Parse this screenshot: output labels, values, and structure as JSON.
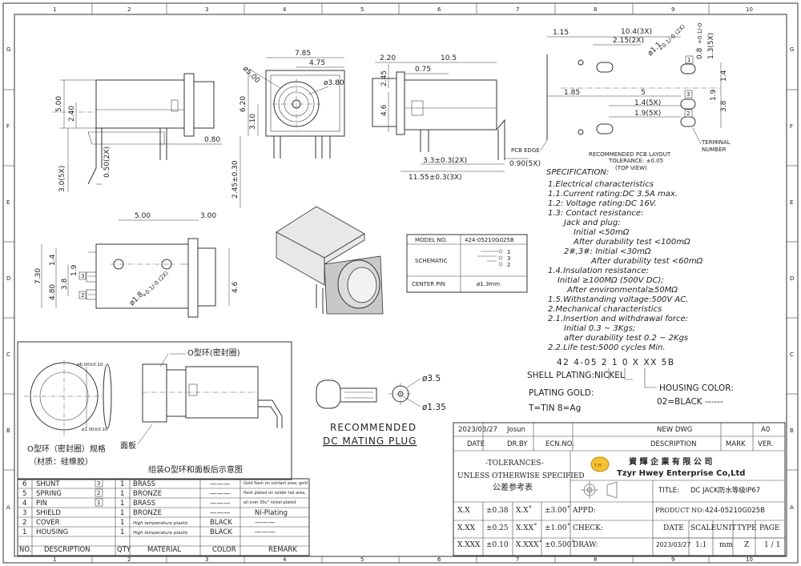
{
  "grid": {
    "columns": [
      "1",
      "2",
      "3",
      "4",
      "5",
      "6",
      "7",
      "8",
      "9",
      "10"
    ],
    "rows": [
      "G",
      "F",
      "E",
      "D",
      "C",
      "B",
      "A"
    ]
  },
  "dims": {
    "side_5_00": "5.00",
    "side_2_40": "2.40",
    "side_0_80": "0.80",
    "side_0_50": "0.50(2X)",
    "side_3_0": "3.0(5X)",
    "front_7_85": "7.85",
    "front_4_75": "4.75",
    "front_d5": "ø5.00",
    "front_d38": "ø3.80",
    "front_6_20": "6.20",
    "front_3_10": "3.10",
    "front_2_45": "2.45±0.30",
    "right_2_20": "2.20",
    "right_10_5": "10.5",
    "right_0_75": "0.75",
    "right_2_45": "2.45",
    "right_4_6": "4.6",
    "right_3_3": "3.3±0.3(2X)",
    "right_11_55": "11.55±0.3(3X)",
    "right_0_90": "0.90(5X)",
    "pcb_1_15": "1.15",
    "pcb_10_4": "10.4(3X)",
    "pcb_2_15": "2.15(2X)",
    "pcb_hole": "ø1.1",
    "pcb_hole_tol": "+0.1/-0 (2X)",
    "pcb_0_8": "0.8",
    "pcb_0_8_tol": "+0.1/-0",
    "pcb_1_3": "1.3(5X)",
    "pcb_1_4": "1.4",
    "pcb_1_9": "1.9",
    "pcb_3_8": "3.8",
    "pcb_1_85": "1.85",
    "pcb_5": "5",
    "pcb_1_4_5x": "1.4(5X)",
    "pcb_1_9_5x": "1.9(5X)",
    "bottom_5_00": "5.00",
    "bottom_3_00": "3.00",
    "bottom_7_30": "7.30",
    "bottom_1_4": "1.4",
    "bottom_1_9": "1.9",
    "bottom_3_8": "3.8",
    "bottom_4_80": "4.80",
    "bottom_4_6": "4.6",
    "bottom_hole": "ø1.8",
    "bottom_hole_tol": "+0.1/-0 (2X)",
    "plug_d35": "ø3.5",
    "plug_d135": "ø1.35",
    "oring_d6": "ø6.00±0.10",
    "oring_d1": "ø1.00±0.10"
  },
  "labels": {
    "pcb_edge": "PCB EDGE",
    "pcb_layout": "RECOMMENDED PCB LAYOUT",
    "tolerance": "TOLERANCE: ±0.05",
    "top_view": "(TOP VIEW)",
    "terminal_number_1": "TERMINAL",
    "terminal_number_2": "NUMBER",
    "recommended": "RECOMMENDED",
    "mating_plug": "DC MATING PLUG",
    "oring_label": "O型环(密封圈)",
    "oring_spec_1": "O型环（密封圈）规格",
    "oring_spec_2": "（材质：硅橡胶）",
    "panel": "面板",
    "assembly_caption": "组装O型环和面板后示意图",
    "pin1": "1",
    "pin2": "2",
    "pin3": "3"
  },
  "model_box": {
    "model_no_label": "MODEL NO.",
    "model_no_value": "424-05210G025B",
    "schematic_label": "SCHEMATIC",
    "center_pin_label": "CENTER PIN",
    "center_pin_value": "ø1.3mm"
  },
  "spec": {
    "heading": "SPECIFICATION:",
    "lines": [
      "1.Electrical characteristics",
      "1.1.Current rating:DC 3.5A max.",
      "1.2: Voltage rating:DC 16V.",
      "1.3: Contact resistance:",
      "Jack and plug:",
      "Initial <50mΩ",
      "After durability test <100mΩ",
      "2#,3#: Initial <30mΩ",
      "After durability test <60mΩ",
      "1.4.Insulation resistance:",
      "Initial ≥100MΩ (500V DC);",
      "After environmental≥50MΩ",
      "1.5.Withstanding voltage:500V AC.",
      "2.Mechanical characteristics",
      "2.1.Insertion and withdrawal force:",
      "Initial 0.3 ~ 3Kgs;",
      "after durability test 0.2 ~ 2Kgs",
      "2.2.Life test:5000 cycles Min."
    ],
    "part_code": "42 4-05 2 1 0 X XX 5B",
    "shell_plating": "SHELL PLATING:NICKEL",
    "plating_gold": "PLATING GOLD:",
    "plating_options": "T=TIN   8=Ag",
    "housing_color": "HOUSING COLOR:",
    "housing_option": "02=BLACK  ------"
  },
  "revision": {
    "date": "2023/03/27",
    "drawn_by": "Josun",
    "description": "NEW DWG",
    "version": "A0",
    "headers": [
      "DATE",
      "DR.BY",
      "ECN.NO.",
      "DESCRIPTION",
      "MARK",
      "VER."
    ]
  },
  "title_block": {
    "tolerances_heading": "-TOLERANCES-",
    "unless": "UNLESS OTHERWISE SPECIFIED",
    "reference": "公差参考表",
    "company_cn": "資 輝 企 業 有 限 公 司",
    "company_en": "Tzyr Hwey Enterprise Co,Ltd",
    "logo_text": "T.H",
    "title_label": "TITLE:",
    "title_value": "DC JACK防水等级IP67",
    "product_no_label": "PRODUCT NO:",
    "product_no_value": "424-05210G025B",
    "appd_label": "APPD:",
    "check_label": "CHECK:",
    "draw_label": "DRAW:",
    "tol_rows": [
      {
        "a": "X.X",
        "b": "±0.38",
        "c": "X.X˚",
        "d": "±3.00˚"
      },
      {
        "a": "X.XX",
        "b": "±0.25",
        "c": "X.XX˚",
        "d": "±1.00˚"
      },
      {
        "a": "X.XXX",
        "b": "±0.10",
        "c": "X.XXX˚",
        "d": "±0.500˚"
      }
    ],
    "info_headers": [
      "DATE",
      "SCALE",
      "UNIT",
      "TYPE",
      "PAGE"
    ],
    "info_values": [
      "2023/03/27",
      "1:1",
      "mm",
      "Z",
      "1 / 1"
    ]
  },
  "bom": {
    "headers": [
      "NO.",
      "DESCRIPTION",
      "QTY",
      "MATERIAL",
      "COLOR",
      "REMARK"
    ],
    "rows": [
      {
        "no": "6",
        "desc": "SHUNT",
        "tag": "3",
        "qty": "1",
        "mat": "BRASS",
        "color": "———",
        "remark": "Gold flash on contact area, gold"
      },
      {
        "no": "5",
        "desc": "SPRING",
        "tag": "2",
        "qty": "1",
        "mat": "BRONZE",
        "color": "———",
        "remark": "flash plated on solder tail area,"
      },
      {
        "no": "4",
        "desc": "PIN",
        "tag": "1",
        "qty": "1",
        "mat": "BRASS",
        "color": "———",
        "remark": "all over 30u\" nickel plated"
      },
      {
        "no": "3",
        "desc": "SHIELD",
        "tag": "",
        "qty": "1",
        "mat": "BRONZE",
        "color": "———",
        "remark": "Ni-Plating"
      },
      {
        "no": "2",
        "desc": "COVER",
        "tag": "",
        "qty": "1",
        "mat": "High temperature plastic",
        "color": "BLACK",
        "remark": "———"
      },
      {
        "no": "1",
        "desc": "HOUSING",
        "tag": "",
        "qty": "1",
        "mat": "High temperature plastic",
        "color": "BLACK",
        "remark": "———"
      }
    ]
  }
}
